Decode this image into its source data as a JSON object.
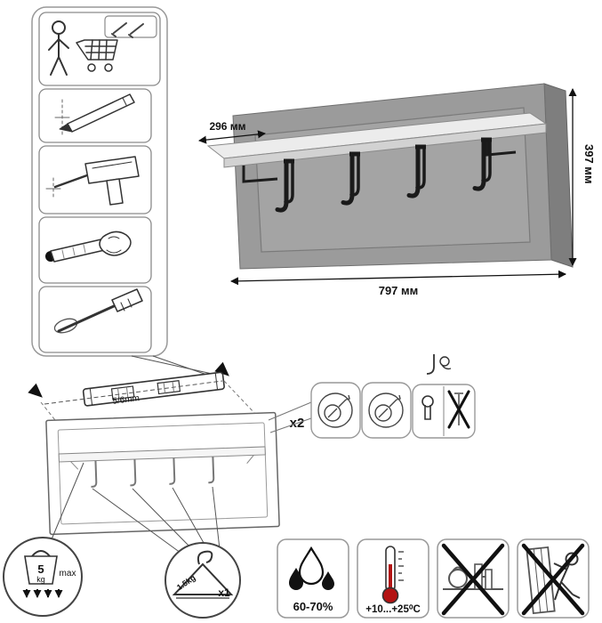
{
  "colors": {
    "panel_face": "#9b9b9b",
    "panel_side": "#7e7e7e",
    "shelf": "#ececec",
    "hook_black": "#1a1a1a",
    "thermometer_red": "#b31212",
    "outline_gray": "#8a8a8a"
  },
  "dimensions": {
    "depth": "296 мм",
    "height": "397 мм",
    "width": "797 мм"
  },
  "installation": {
    "drill_note": "5/6mm",
    "fastener_count": "x2"
  },
  "load_limits": {
    "max_shelf_weight_value": "5",
    "max_shelf_weight_unit": "kg",
    "max_label": "max",
    "hanger_load": "1.5kg",
    "hanger_count": "x1"
  },
  "environment": {
    "humidity": "60-70%",
    "temperature": "+10...+25⁰C"
  },
  "icons": {
    "steps": [
      "purchase-icon",
      "pencil-icon",
      "drill-icon",
      "dowel-icon",
      "screwdriver-icon"
    ],
    "install": [
      "spirit-level-icon",
      "mount-arrow-icon",
      "cam-fastener-icon",
      "keyhole-icon",
      "no-screw-through-icon"
    ],
    "limits": [
      "max-load-icon",
      "hanger-icon",
      "water-drops-icon",
      "thermometer-icon",
      "weights-icon",
      "no-climb-icon"
    ]
  }
}
